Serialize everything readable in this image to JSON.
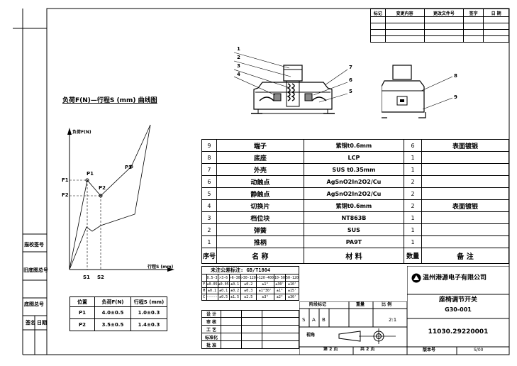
{
  "revision": {
    "headers": [
      "标记",
      "变更内容",
      "更改文件号",
      "签字",
      "日 期"
    ]
  },
  "left_sidebar": {
    "labels": [
      "描校签号",
      "旧底图总号",
      "底图总号",
      "签名",
      "日期"
    ]
  },
  "graph": {
    "title": "负荷F(N)—行程S (mm) 曲线图",
    "y_axis_label": "负荷F(N)",
    "x_axis_label": "行程S (mm)",
    "points": [
      "P1",
      "P2",
      "P3"
    ],
    "y_ticks": [
      "F1",
      "F2"
    ],
    "x_ticks": [
      "S1",
      "S2"
    ]
  },
  "points_table": {
    "headers": [
      "位置",
      "负荷F(N)",
      "行程S (mm)"
    ],
    "rows": [
      [
        "P1",
        "4.0±0.5",
        "1.0±0.3"
      ],
      [
        "P2",
        "3.5±0.5",
        "1.4±0.3"
      ]
    ]
  },
  "drawing_callouts": {
    "front": [
      "1",
      "2",
      "3",
      "4",
      "7",
      "6",
      "5"
    ],
    "side": [
      "8",
      "9"
    ]
  },
  "bom": {
    "rows": [
      [
        "9",
        "端子",
        "紫铜t0.6mm",
        "6",
        "表面镀银"
      ],
      [
        "8",
        "底座",
        "LCP",
        "1",
        ""
      ],
      [
        "7",
        "外壳",
        "SUS  t0.35mm",
        "1",
        ""
      ],
      [
        "6",
        "动触点",
        "AgSnO2In2O2/Cu",
        "2",
        ""
      ],
      [
        "5",
        "静触点",
        "AgSnO2In2O2/Cu",
        "2",
        ""
      ],
      [
        "4",
        "切换片",
        "紫铜t0.6mm",
        "2",
        "表面镀银"
      ],
      [
        "3",
        "档位块",
        "NT863B",
        "1",
        ""
      ],
      [
        "2",
        "弹簧",
        "SUS",
        "1",
        ""
      ],
      [
        "1",
        "推柄",
        "PA9T",
        "1",
        ""
      ]
    ],
    "header": [
      "序号",
      "名  称",
      "材  料",
      "数量",
      "备  注"
    ]
  },
  "tolerance": {
    "title": "未注公差标注: GB/T1804",
    "ranges": [
      "0.5-3",
      ">3-6",
      ">6-30",
      ">30-120",
      ">120-400",
      "10-50",
      "50-120",
      ""
    ],
    "rows": [
      [
        "F",
        "±0.05",
        "±0.05",
        "±0.1",
        "±0.2",
        "±1°",
        "±30'",
        "±10'"
      ],
      [
        "M",
        "±0.1",
        "±0.1",
        "±0.2",
        "±0.3",
        "±1°30'",
        "±1°",
        "±15'"
      ],
      [
        "C",
        "-----",
        "±0.5",
        "±1.5",
        "±2.5",
        "±3°",
        "±2°",
        "±30'"
      ]
    ]
  },
  "title_block": {
    "company": "温州港源电子有限公司",
    "product_name": "座椅调节开关",
    "product_code": "G30-001",
    "drawing_number": "11030.29220001",
    "version_label": "版本号",
    "version": "S/00",
    "sign_labels": [
      "设  计",
      "审  核",
      "工  艺",
      "标准化",
      "批  准"
    ],
    "stage_label": "阶段标记",
    "weight_label": "重量",
    "scale_label": "比 例",
    "stage_marks": [
      "S",
      "A",
      "B"
    ],
    "scale": "2:1",
    "view_label": "视角",
    "sheet": "第 2 页",
    "total": "共  2  页"
  }
}
